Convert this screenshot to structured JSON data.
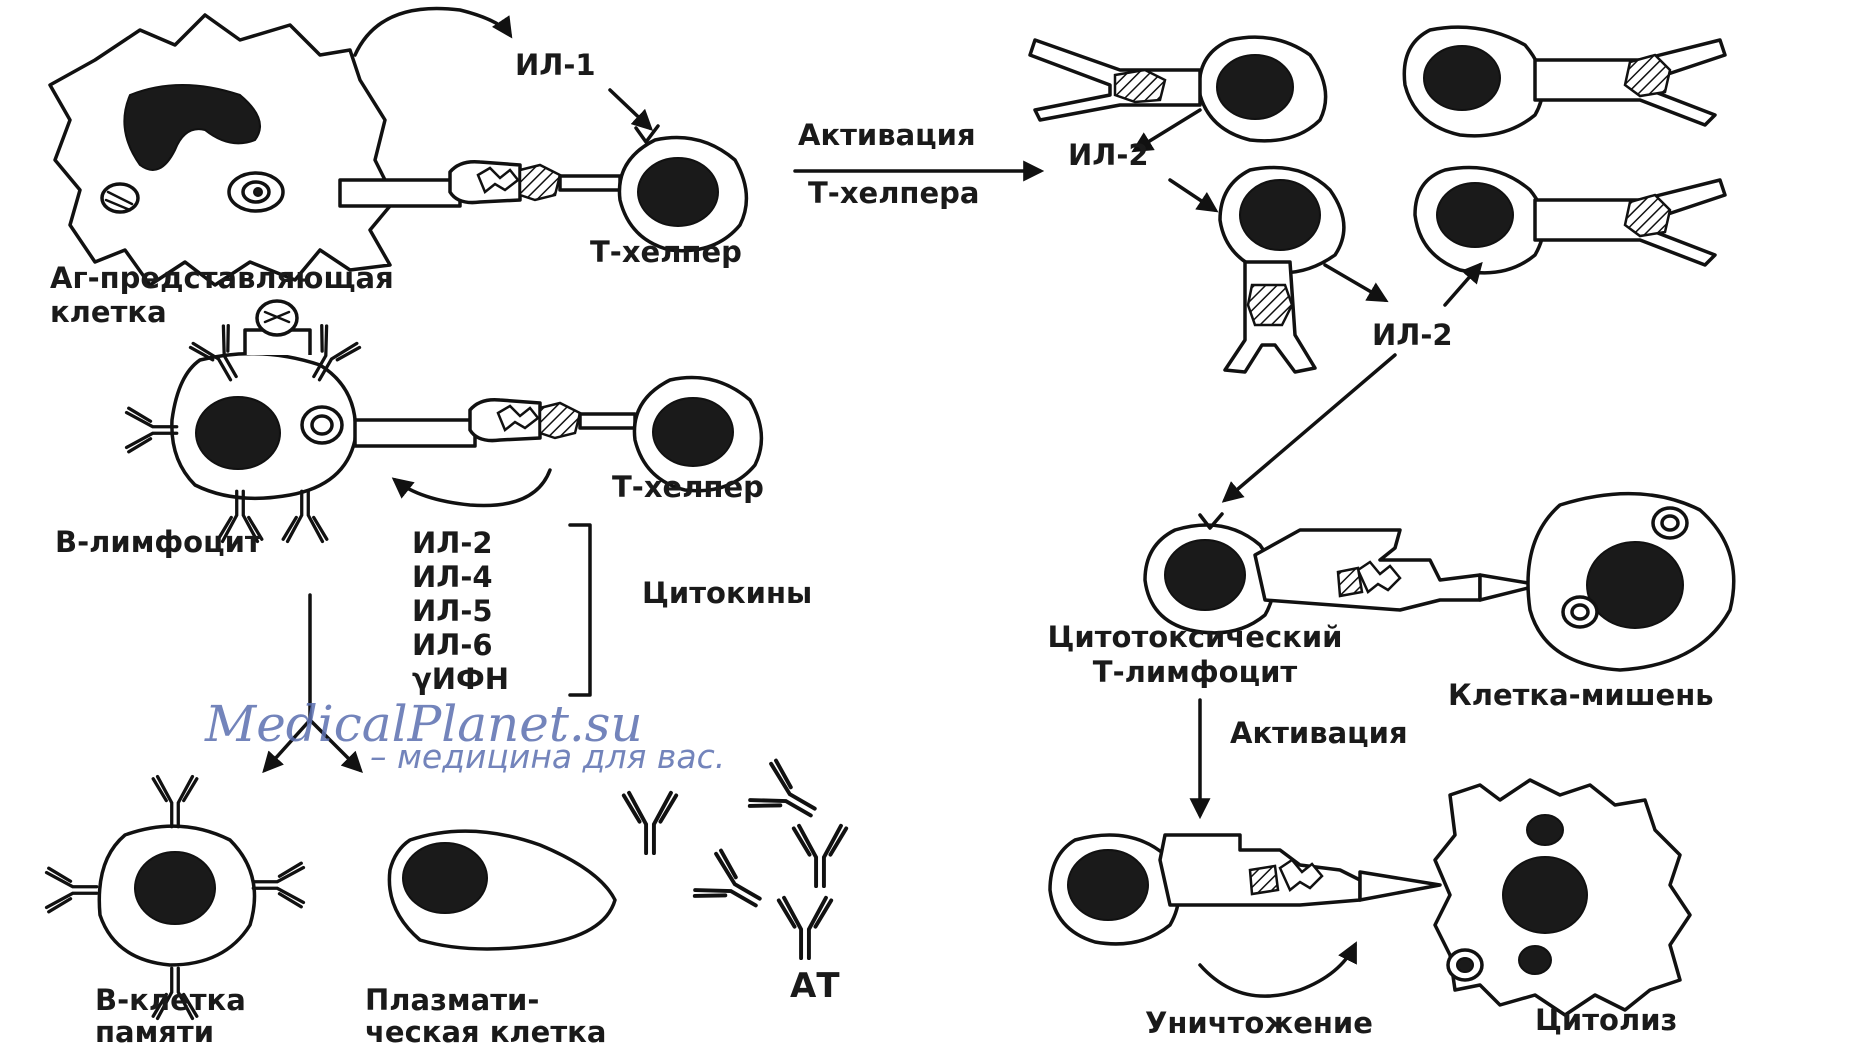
{
  "labels": {
    "apc": "Аг-представляющая клетка",
    "apc_line1": "Аг-представляющая",
    "apc_line2": "клетка",
    "il1": "ИЛ-1",
    "t_helper_top": "Т-хелпер",
    "activation_th_line1": "Активация",
    "activation_th_line2": "Т-хелпера",
    "il2_top": "ИЛ-2",
    "il2_mid": "ИЛ-2",
    "t_helper_mid": "Т-хелпер",
    "b_lymphocyte": "В-лимфоцит",
    "cytokines_title": "Цитокины",
    "cytokines": [
      "ИЛ-2",
      "ИЛ-4",
      "ИЛ-5",
      "ИЛ-6",
      "γИФН"
    ],
    "ctl_line1": "Цитотоксический",
    "ctl_line2": "Т-лимфоцит",
    "target_cell": "Клетка-мишень",
    "activation_ctl": "Активация",
    "memory_b_line1": "В-клетка",
    "memory_b_line2": "памяти",
    "plasma_line1": "Плазмати-",
    "plasma_line2": "ческая клетка",
    "antibodies": "АТ",
    "destruction": "Уничтожение",
    "cytolysis": "Цитолиз"
  },
  "watermark": {
    "site": "MedicalPlanet.su",
    "tagline": "– медицина для вас."
  },
  "colors": {
    "ink": "#111111",
    "watermark": "#5b6fb0",
    "background": "#ffffff"
  }
}
